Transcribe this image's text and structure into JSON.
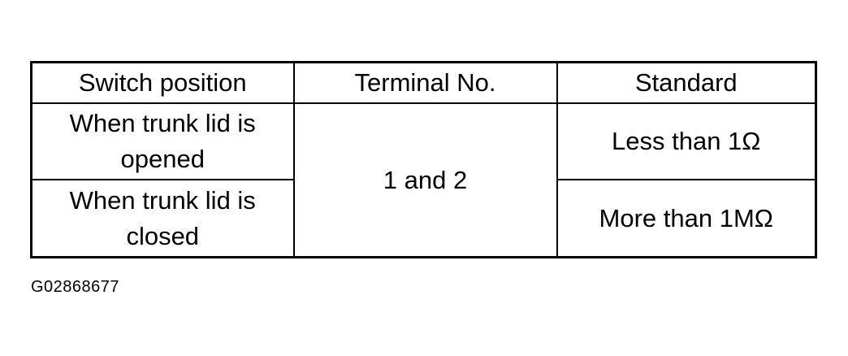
{
  "table": {
    "headers": [
      "Switch position",
      "Terminal No.",
      "Standard"
    ],
    "rows": [
      {
        "switch_position": "When trunk lid is opened",
        "standard": "Less than 1Ω"
      },
      {
        "switch_position": "When trunk lid is closed",
        "standard": "More than 1MΩ"
      }
    ],
    "terminal_no": "1 and 2"
  },
  "figure_id": "G02868677"
}
